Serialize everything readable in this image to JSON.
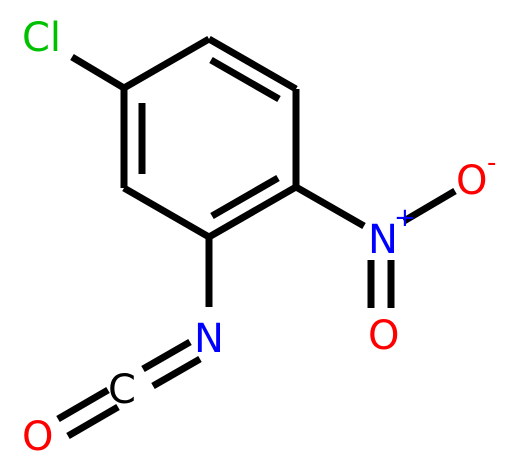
{
  "molecule": {
    "atoms": {
      "cl": {
        "label": "Cl",
        "color": "#00c000"
      },
      "n_nitro": {
        "label": "N",
        "charge": "+",
        "color": "#0000ff"
      },
      "o_minus": {
        "label": "O",
        "charge": "-",
        "color": "#ff0000"
      },
      "o_nitro": {
        "label": "O",
        "color": "#ff0000"
      },
      "n_iso": {
        "label": "N",
        "color": "#0000ff"
      },
      "c_iso": {
        "label": "C",
        "color": "#000000"
      },
      "o_iso": {
        "label": "O",
        "color": "#ff0000"
      }
    },
    "bond_color": "#000000"
  }
}
